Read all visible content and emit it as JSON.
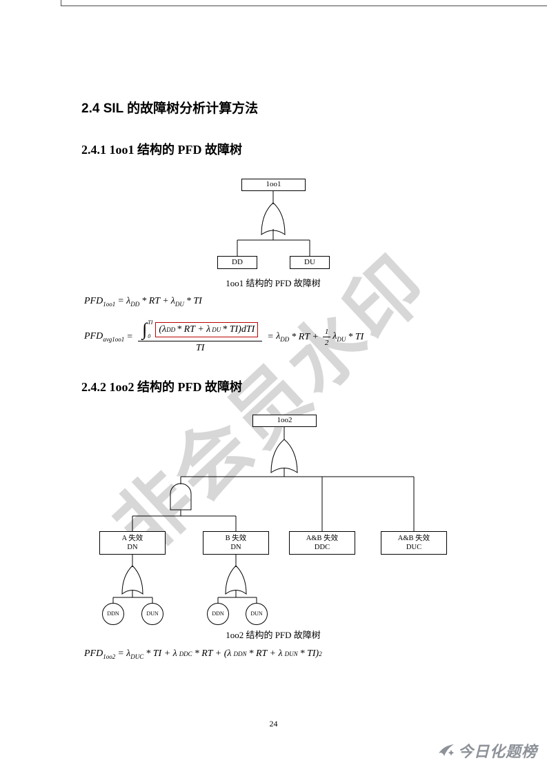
{
  "headings": {
    "s24": "2.4 SIL 的故障树分析计算方法",
    "s241": "2.4.1 1oo1 结构的 PFD 故障树",
    "s242": "2.4.2 1oo2 结构的 PFD 故障树"
  },
  "tree1": {
    "root": "1oo1",
    "dd": "DD",
    "du": "DU",
    "caption": "1oo1 结构的 PFD 故障树"
  },
  "tree2": {
    "root": "1oo2",
    "node_a_line1": "A 失效",
    "node_a_line2": "DN",
    "node_b_line1": "B 失效",
    "node_b_line2": "DN",
    "node_ddc_line1": "A&B 失效",
    "node_ddc_line2": "DDC",
    "node_duc_line1": "A&B 失效",
    "node_duc_line2": "DUC",
    "leaf_ddn": "DDN",
    "leaf_dun": "DUN",
    "caption": "1oo2 结构的 PFD 故障树"
  },
  "f1": {
    "name": "PFD",
    "name_sub": "1oo1",
    "eq": "=",
    "t1": "λ",
    "t1_sub": "DD",
    "t1_tail": "* RT +",
    "t2": "λ",
    "t2_sub": "DU",
    "t2_tail": "* TI"
  },
  "f2": {
    "name": "PFD",
    "name_sub": "avg1oo1",
    "eq1": "=",
    "integral": "∫",
    "lim_hi": "TI",
    "lim_lo": "0",
    "b1": "(λ",
    "b1_sub": "DD",
    "b2": "* RT + λ",
    "b2_sub": "DU",
    "b3": "* TI)dTI",
    "den": "TI",
    "eq2": "=",
    "r1": "λ",
    "r1_sub": "DD",
    "r1_tail": "* RT +",
    "half_num": "1",
    "half_den": "2",
    "r2": "λ",
    "r2_sub": "DU",
    "r2_tail": "* TI"
  },
  "f3": {
    "name": "PFD",
    "name_sub": "1oo2",
    "eq": "=",
    "t1": "λ",
    "t1_sub": "DUC",
    "t2": "* TI + λ",
    "t2_sub": "DDC",
    "t3": "* RT + (λ",
    "t3_sub": "DDN",
    "t4": "* RT + λ",
    "t4_sub": "DUN",
    "t5": "* TI)",
    "sup": "2"
  },
  "watermark": "非会员水印",
  "footer": {
    "page_number": "24",
    "logo_text": "今日化题榜"
  },
  "colors": {
    "highlight_box": "#bb0000",
    "watermark_gray": "#d7d7d7",
    "logo_gray": "#8d9298"
  }
}
